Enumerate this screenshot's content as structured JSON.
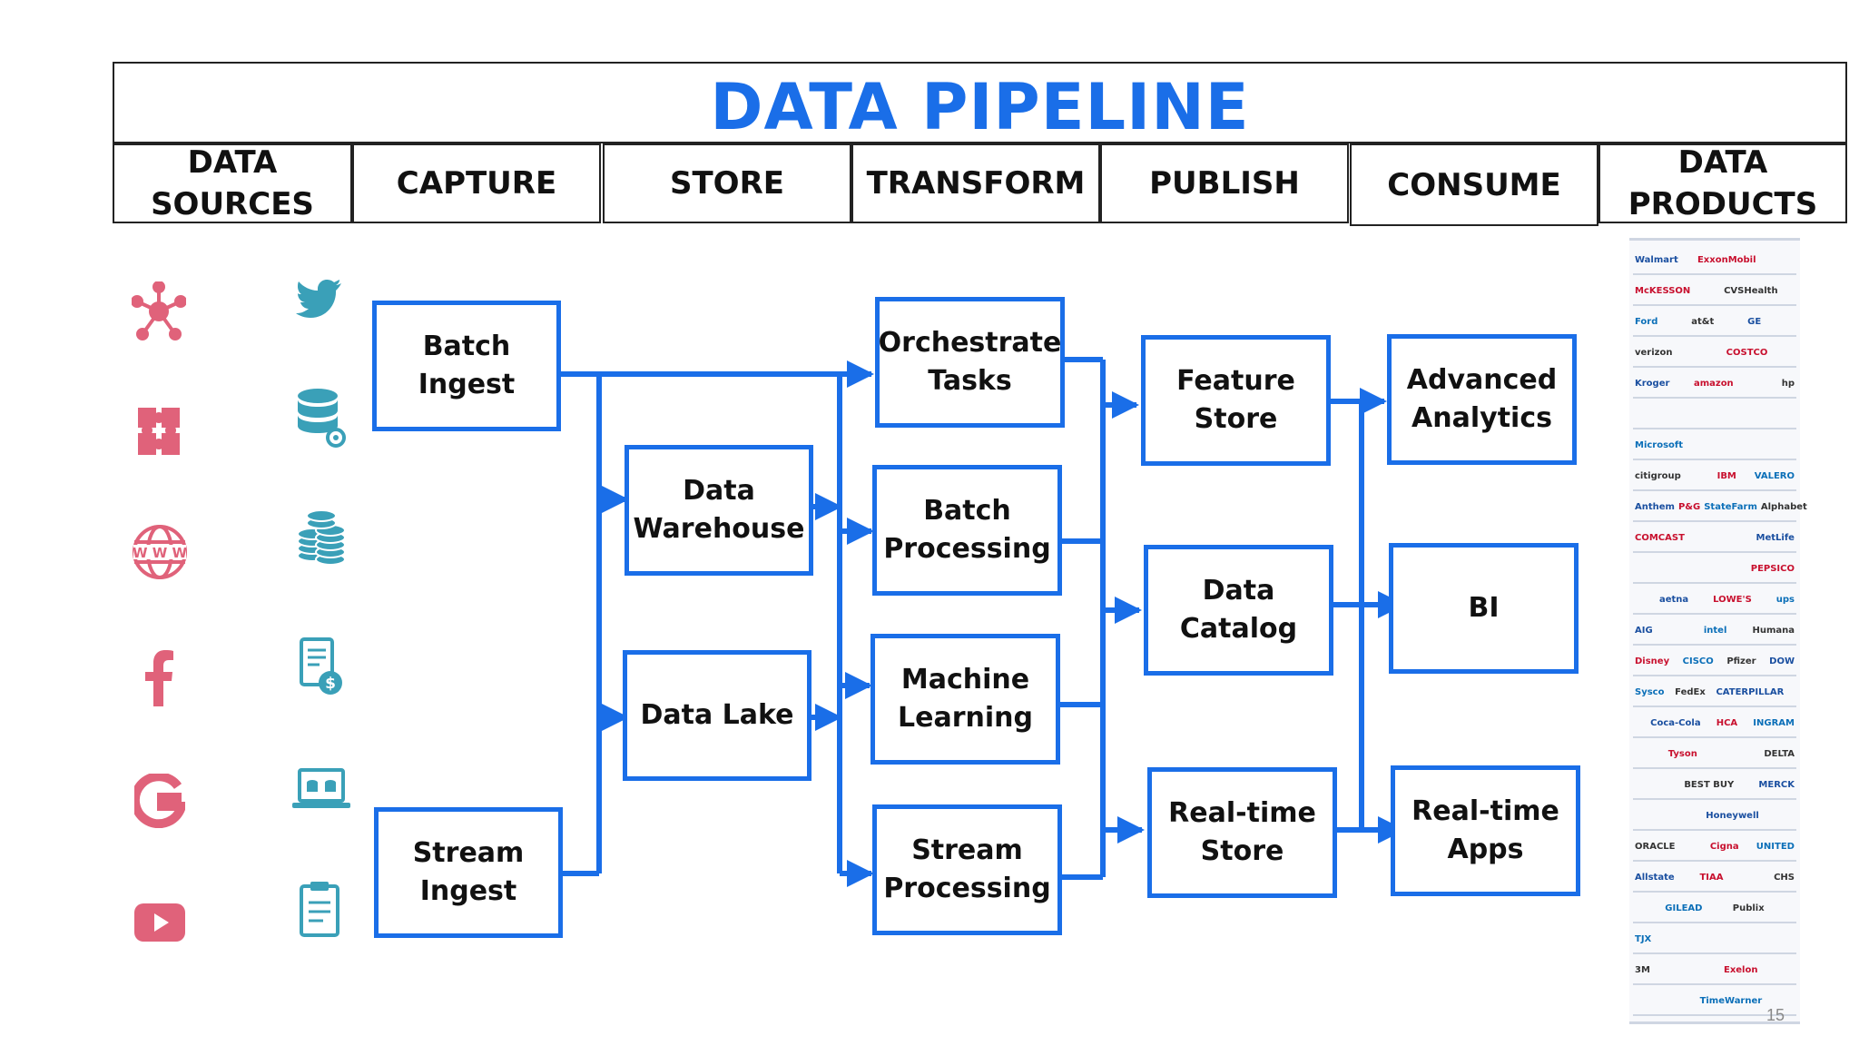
{
  "title": "DATA PIPELINE",
  "headers": {
    "data_sources": "DATA\nSOURCES",
    "capture": "CAPTURE",
    "store": "STORE",
    "transform": "TRANSFORM",
    "publish": "PUBLISH",
    "consume": "CONSUME",
    "data_products": "DATA\nPRODUCTS"
  },
  "nodes": {
    "batch_ingest": "Batch\nIngest",
    "stream_ingest": "Stream\nIngest",
    "data_warehouse": "Data\nWarehouse",
    "data_lake": "Data Lake",
    "orchestrate_tasks": "Orchestrate\nTasks",
    "batch_processing": "Batch\nProcessing",
    "machine_learning": "Machine\nLearning",
    "stream_processing": "Stream\nProcessing",
    "feature_store": "Feature\nStore",
    "data_catalog": "Data\nCatalog",
    "realtime_store": "Real-time\nStore",
    "advanced_analytics": "Advanced\nAnalytics",
    "bi": "BI",
    "realtime_apps": "Real-time\nApps"
  },
  "source_icons_left": [
    "network-hub-icon",
    "puzzle-icon",
    "globe-www-icon",
    "facebook-icon",
    "google-icon",
    "youtube-icon"
  ],
  "source_icons_right": [
    "twitter-icon",
    "database-gear-icon",
    "coin-stack-icon",
    "invoice-dollar-icon",
    "laptop-database-icon",
    "clipboard-icon"
  ],
  "logos": [
    [
      "Walmart",
      "ExxonMobil",
      "",
      ""
    ],
    [
      "McKESSON",
      "",
      "CVSHealth",
      ""
    ],
    [
      "Ford",
      "at&t",
      "GE",
      ""
    ],
    [
      "verizon",
      "",
      "COSTCO",
      ""
    ],
    [
      "Kroger",
      "amazon",
      "",
      "hp"
    ],
    [
      "",
      "",
      "",
      ""
    ],
    [
      "Microsoft",
      "",
      "",
      ""
    ],
    [
      "citigroup",
      "",
      "IBM",
      "VALERO"
    ],
    [
      "Anthem",
      "P&G",
      "StateFarm",
      "Alphabet"
    ],
    [
      "COMCAST",
      "",
      "",
      "MetLife"
    ],
    [
      "",
      "",
      "",
      "PEPSICO"
    ],
    [
      "",
      "aetna",
      "LOWE'S",
      "ups"
    ],
    [
      "AIG",
      "",
      "intel",
      "Humana"
    ],
    [
      "Disney",
      "CISCO",
      "Pfizer",
      "DOW"
    ],
    [
      "Sysco",
      "FedEx",
      "CATERPILLAR",
      ""
    ],
    [
      "",
      "Coca-Cola",
      "HCA",
      "INGRAM"
    ],
    [
      "",
      "Tyson",
      "",
      "DELTA"
    ],
    [
      "",
      "",
      "BEST BUY",
      "MERCK"
    ],
    [
      "",
      "",
      "Honeywell",
      ""
    ],
    [
      "ORACLE",
      "",
      "Cigna",
      "UNITED"
    ],
    [
      "Allstate",
      "TIAA",
      "",
      "CHS"
    ],
    [
      "",
      "GILEAD",
      "Publix",
      ""
    ],
    [
      "TJX",
      "",
      "",
      ""
    ],
    [
      "3M",
      "",
      "Exelon",
      ""
    ],
    [
      "",
      "",
      "TimeWarner",
      ""
    ]
  ],
  "page_number": "15",
  "colors": {
    "accent": "#1a6ee8",
    "source_icon_pink": "#e0627a",
    "source_icon_teal": "#3aa0b8"
  }
}
